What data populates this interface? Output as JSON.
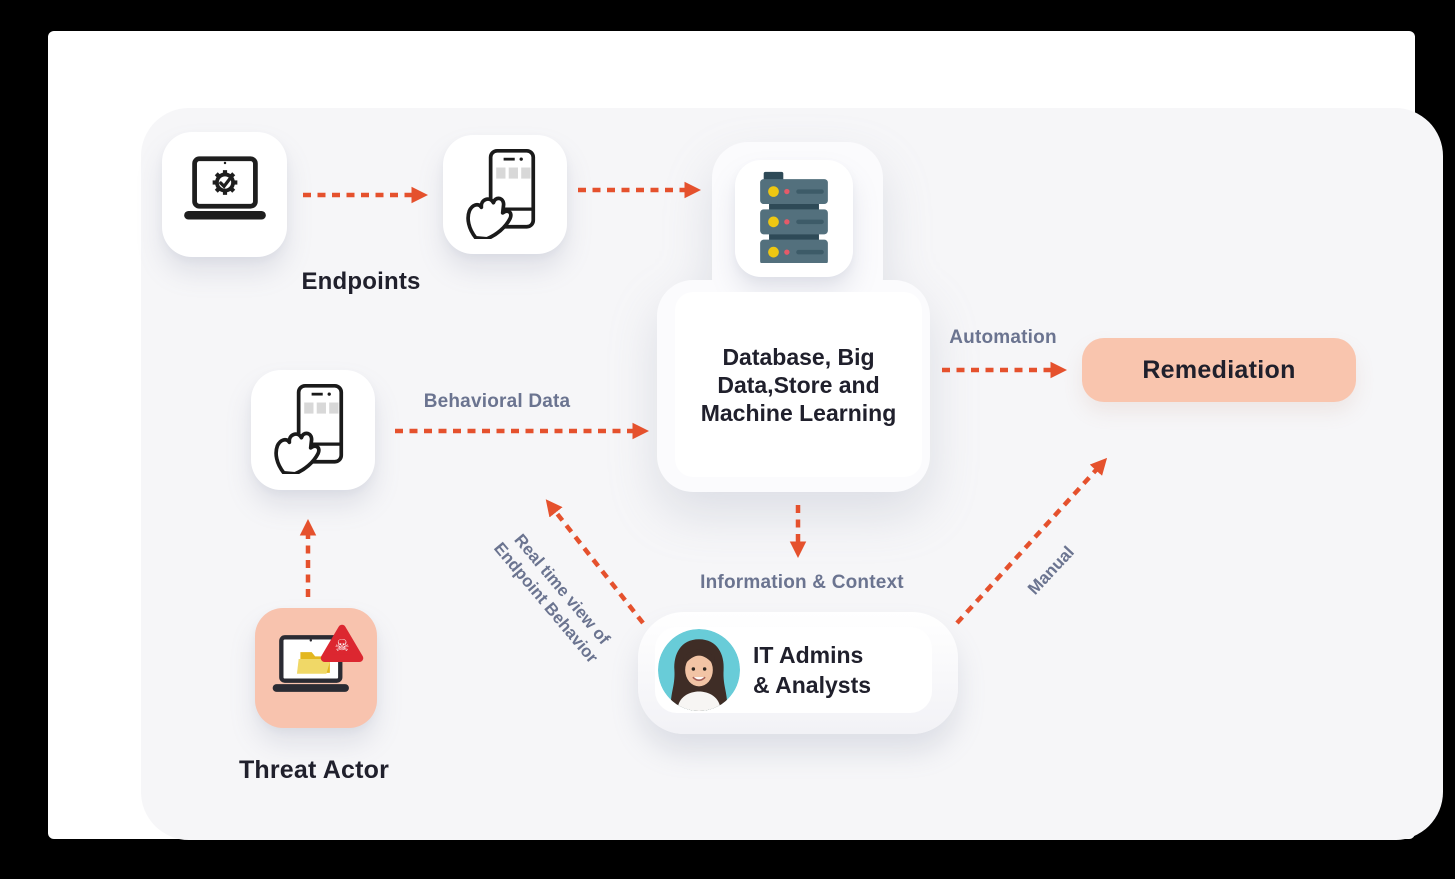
{
  "diagram": {
    "nodes": {
      "endpoints": {
        "label": "Endpoints"
      },
      "threat_actor": {
        "label": "Threat Actor"
      },
      "database": {
        "lines": [
          "Database, Big",
          "Data,Store and",
          "Machine Learning"
        ]
      },
      "remediation": {
        "label": "Remediation"
      },
      "it_admins": {
        "lines": [
          "IT Admins",
          "& Analysts"
        ]
      }
    },
    "edge_labels": {
      "behavioral_data": "Behavioral Data",
      "automation": "Automation",
      "information_context": "Information & Context",
      "manual": "Manual",
      "realtime": {
        "lines": [
          "Real time view of",
          "Endpoint Behavior"
        ]
      }
    },
    "icons": {
      "endpoint_laptop": "laptop-gear-icon",
      "endpoint_phone": "phone-hand-icon",
      "server": "server-stack-icon",
      "threat": "threat-laptop-skull-icon",
      "analyst": "analyst-avatar"
    },
    "colors": {
      "arrow": "#e5512d",
      "edge_label": "#6b7490",
      "node_text": "#20202c",
      "remediation_bg": "#f9c5ae",
      "threat_bg": "#f8c3ae",
      "canvas_bg": "#f6f6f8",
      "server_body": "#53707d",
      "server_dark": "#2e4a57",
      "server_led_yellow": "#eec712",
      "server_led_red": "#e55a68"
    }
  }
}
